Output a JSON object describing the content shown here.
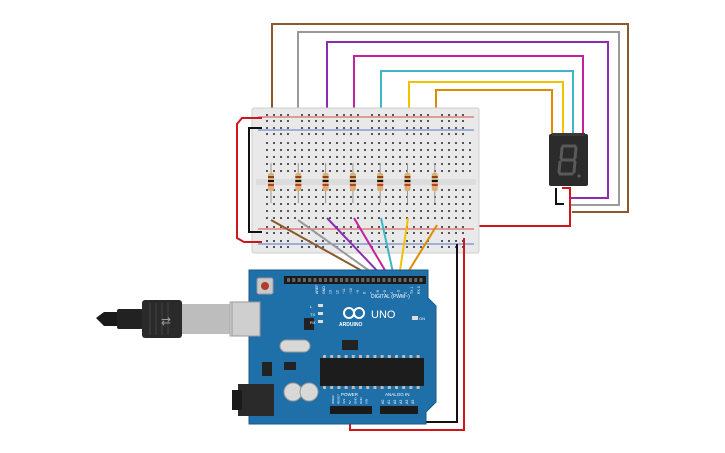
{
  "arduino": {
    "model": "UNO",
    "brand": "ARDUINO",
    "digital_header_label": "DIGITAL (PWM~)",
    "power_header_label": "POWER",
    "analog_header_label": "ANALOG IN",
    "on_label": "ON",
    "led_labels": [
      "L",
      "TX",
      "RX"
    ],
    "pin_labels_digital": [
      "AREF",
      "GND",
      "13",
      "12",
      "~11",
      "~10",
      "~9",
      "8",
      "7",
      "~6",
      "~5",
      "4",
      "~3",
      "2",
      "TX 1",
      "RX 0"
    ],
    "pin_labels_power": [
      "IOREF",
      "RESET",
      "3V3",
      "5V",
      "GND",
      "GND",
      "VIN"
    ],
    "pin_labels_analog": [
      "A0",
      "A1",
      "A2",
      "A3",
      "A4",
      "A5"
    ],
    "board_color": "#1f6fa8"
  },
  "seven_segment": {
    "digit": "8",
    "segment_color": "#5a5a5a",
    "body_color": "#2b2b2b"
  },
  "breadboard": {
    "resistor_count": 7,
    "body_color": "#e9e9e9"
  },
  "wire_colors": {
    "brown": "#8b5a2b",
    "gray": "#8a8a8a",
    "purple": "#8e2bb5",
    "magenta": "#c4219e",
    "cyan": "#3fb6c4",
    "yellow": "#f2c200",
    "orange": "#e08a00",
    "red": "#d0161c",
    "black": "#111111"
  }
}
